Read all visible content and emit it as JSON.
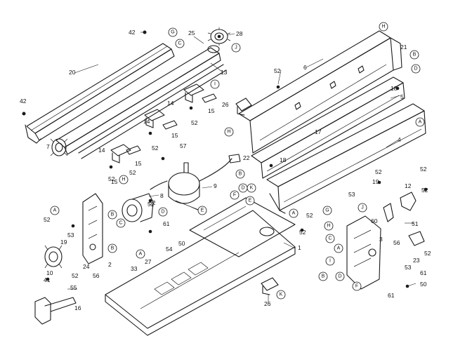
{
  "callouts": [
    {
      "id": "c42a",
      "text": "42"
    },
    {
      "id": "c20",
      "text": "20"
    },
    {
      "id": "c25",
      "text": "25"
    },
    {
      "id": "c28",
      "text": "28"
    },
    {
      "id": "c13",
      "text": "13"
    },
    {
      "id": "c42b",
      "text": "42"
    },
    {
      "id": "c7",
      "text": "7"
    },
    {
      "id": "c14a",
      "text": "14"
    },
    {
      "id": "c15a",
      "text": "15"
    },
    {
      "id": "c52a",
      "text": "52"
    },
    {
      "id": "c15b",
      "text": "15"
    },
    {
      "id": "c14b",
      "text": "14"
    },
    {
      "id": "c52b",
      "text": "52"
    },
    {
      "id": "c15c",
      "text": "15"
    },
    {
      "id": "c14c",
      "text": "14"
    },
    {
      "id": "c52c",
      "text": "52"
    },
    {
      "id": "c15d",
      "text": "15"
    },
    {
      "id": "c52d",
      "text": "52"
    },
    {
      "id": "c57",
      "text": "57"
    },
    {
      "id": "c52e",
      "text": "52"
    },
    {
      "id": "c52f",
      "text": "52"
    },
    {
      "id": "c6",
      "text": "6"
    },
    {
      "id": "c26a",
      "text": "26"
    },
    {
      "id": "c21",
      "text": "21"
    },
    {
      "id": "c18a",
      "text": "18"
    },
    {
      "id": "c5",
      "text": "5"
    },
    {
      "id": "c17",
      "text": "17"
    },
    {
      "id": "c4",
      "text": "4"
    },
    {
      "id": "c22",
      "text": "22"
    },
    {
      "id": "c18b",
      "text": "18"
    },
    {
      "id": "c52g",
      "text": "52"
    },
    {
      "id": "c52h",
      "text": "52"
    },
    {
      "id": "c8",
      "text": "8"
    },
    {
      "id": "c52i",
      "text": "52"
    },
    {
      "id": "c9",
      "text": "9"
    },
    {
      "id": "c61a",
      "text": "61"
    },
    {
      "id": "c50a",
      "text": "50"
    },
    {
      "id": "c52j",
      "text": "52"
    },
    {
      "id": "c53a",
      "text": "53"
    },
    {
      "id": "c19a",
      "text": "19"
    },
    {
      "id": "c10",
      "text": "10"
    },
    {
      "id": "c52k",
      "text": "52"
    },
    {
      "id": "c56a",
      "text": "56"
    },
    {
      "id": "c24",
      "text": "24"
    },
    {
      "id": "c2",
      "text": "2"
    },
    {
      "id": "c33",
      "text": "33"
    },
    {
      "id": "c27",
      "text": "27"
    },
    {
      "id": "c54",
      "text": "54"
    },
    {
      "id": "c41",
      "text": "41"
    },
    {
      "id": "c55",
      "text": "55"
    },
    {
      "id": "c16",
      "text": "16"
    },
    {
      "id": "c1",
      "text": "1"
    },
    {
      "id": "c26b",
      "text": "26"
    },
    {
      "id": "c52l",
      "text": "52"
    },
    {
      "id": "c52m",
      "text": "52"
    },
    {
      "id": "c19b",
      "text": "19"
    },
    {
      "id": "c53b",
      "text": "53"
    },
    {
      "id": "c12",
      "text": "12"
    },
    {
      "id": "c52n",
      "text": "52"
    },
    {
      "id": "c51",
      "text": "51"
    },
    {
      "id": "c60",
      "text": "60"
    },
    {
      "id": "c3",
      "text": "3"
    },
    {
      "id": "c56b",
      "text": "56"
    },
    {
      "id": "c52o",
      "text": "52"
    },
    {
      "id": "c23",
      "text": "23"
    },
    {
      "id": "c53c",
      "text": "53"
    },
    {
      "id": "c61b",
      "text": "61"
    },
    {
      "id": "c61c",
      "text": "61"
    },
    {
      "id": "c50b",
      "text": "50"
    }
  ],
  "reference_marks": [
    {
      "id": "rG1",
      "text": "G"
    },
    {
      "id": "rJ1",
      "text": "J"
    },
    {
      "id": "rC1",
      "text": "C"
    },
    {
      "id": "rI1",
      "text": "I"
    },
    {
      "id": "rH1",
      "text": "H"
    },
    {
      "id": "rB1",
      "text": "B"
    },
    {
      "id": "rD1",
      "text": "D"
    },
    {
      "id": "rH2",
      "text": "H"
    },
    {
      "id": "rA1",
      "text": "A"
    },
    {
      "id": "rB2",
      "text": "B"
    },
    {
      "id": "rD2",
      "text": "D"
    },
    {
      "id": "rK1",
      "text": "K"
    },
    {
      "id": "rF1",
      "text": "F"
    },
    {
      "id": "rE1",
      "text": "E"
    },
    {
      "id": "rA2",
      "text": "A"
    },
    {
      "id": "rH3",
      "text": "H"
    },
    {
      "id": "rA3",
      "text": "A"
    },
    {
      "id": "rB3",
      "text": "B"
    },
    {
      "id": "rC2",
      "text": "C"
    },
    {
      "id": "rD3",
      "text": "D"
    },
    {
      "id": "rB4",
      "text": "B"
    },
    {
      "id": "rA4",
      "text": "A"
    },
    {
      "id": "rE2",
      "text": "E"
    },
    {
      "id": "rG2",
      "text": "G"
    },
    {
      "id": "rH4",
      "text": "H"
    },
    {
      "id": "rC3",
      "text": "C"
    },
    {
      "id": "rA5",
      "text": "A"
    },
    {
      "id": "rI2",
      "text": "I"
    },
    {
      "id": "rB5",
      "text": "B"
    },
    {
      "id": "rD4",
      "text": "D"
    },
    {
      "id": "rF2",
      "text": "F"
    },
    {
      "id": "rJ2",
      "text": "J"
    },
    {
      "id": "rK2",
      "text": "K"
    },
    {
      "id": "rI3",
      "text": "I"
    }
  ]
}
